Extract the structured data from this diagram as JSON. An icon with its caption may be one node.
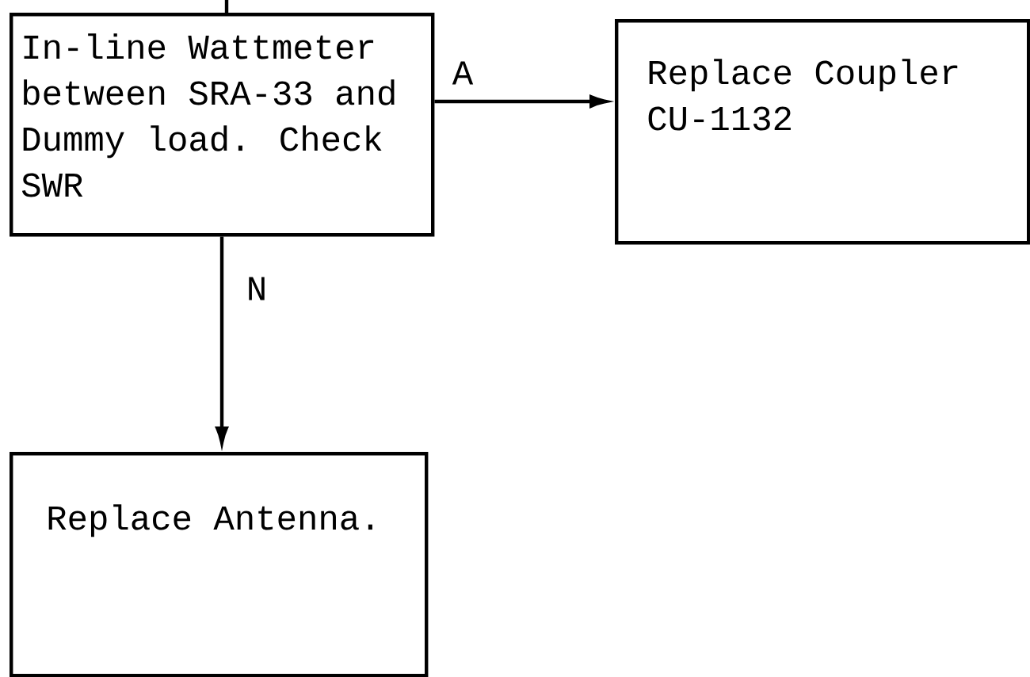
{
  "diagram": {
    "nodes": [
      {
        "text": [
          "In-line Wattmeter between SRA-33 and Dummy load. Check SWR"
        ]
      },
      {
        "text": [
          "Replace Coupler CU-1132"
        ]
      },
      {
        "text": [
          "Replace Antenna."
        ]
      }
    ],
    "edges": [
      {
        "from": null,
        "to": 0,
        "arrow": "none"
      },
      {
        "from": 0,
        "to": 1,
        "label": "A",
        "arrow": "to"
      },
      {
        "from": 0,
        "to": 2,
        "label": "N",
        "arrow": "to"
      }
    ]
  }
}
